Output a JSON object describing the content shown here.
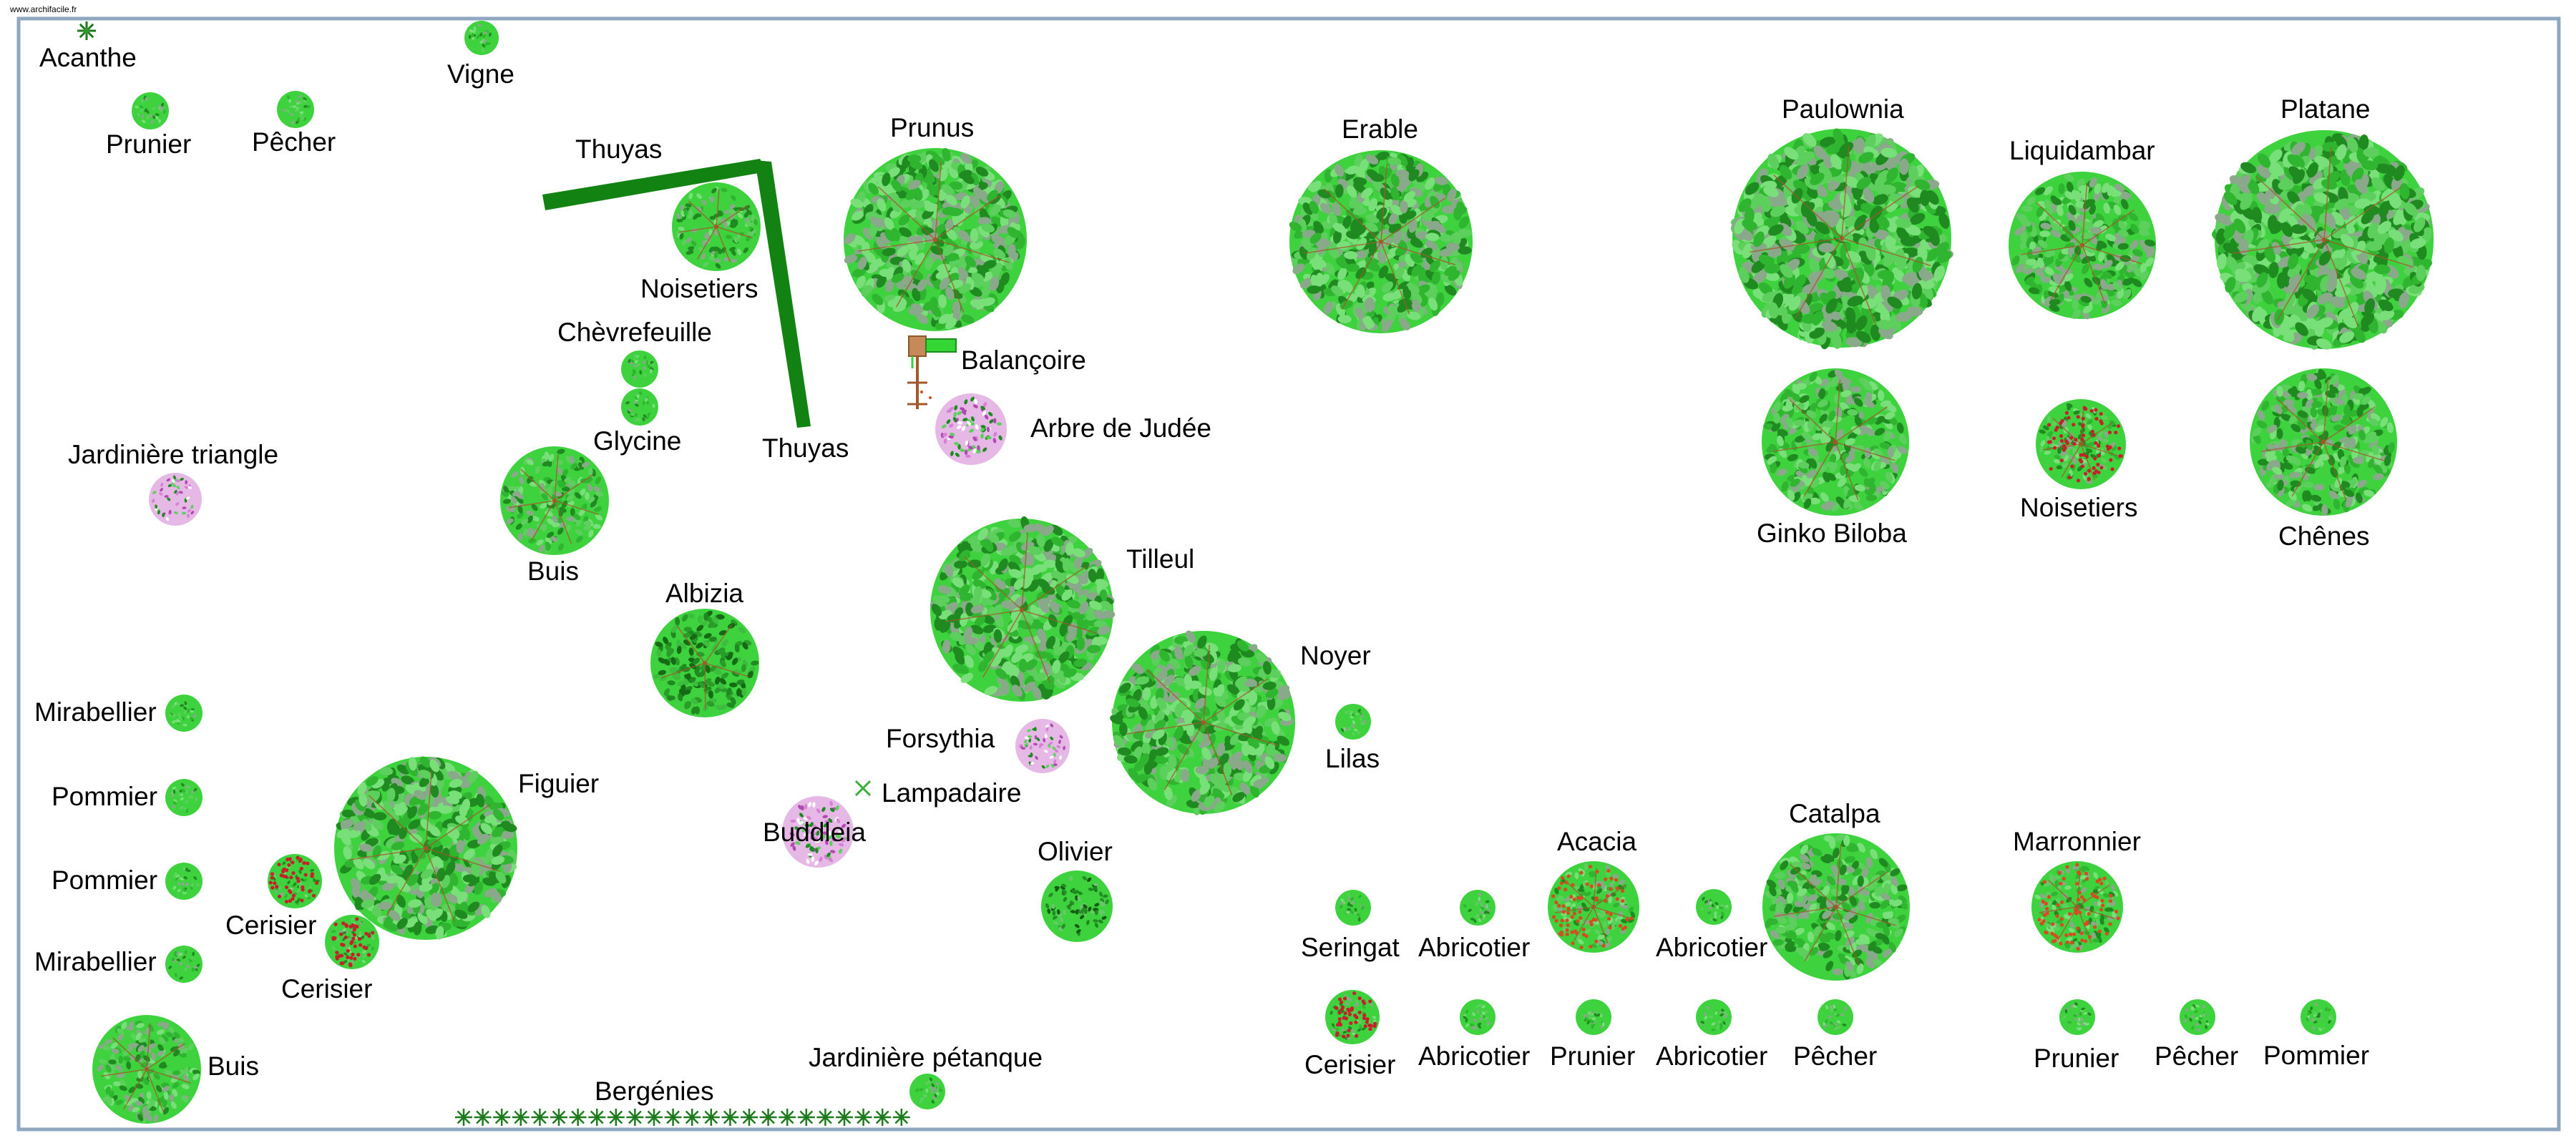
{
  "watermark": "www.archifacile.fr",
  "colors": {
    "border": "#8fa7bf",
    "hedge": "#128212",
    "leaf_light": "#5ccf5c",
    "leaf_dark": "#1f8a1f",
    "leaf_grey": "#8aa88a",
    "crown": "#3fd23f",
    "branch": "#a3582b",
    "flower_pink": "#d680d6",
    "berry_red": "#c8202a"
  },
  "labels": {
    "acanthe": "Acanthe",
    "vigne": "Vigne",
    "prunier_1": "Prunier",
    "pecher_1": "Pêcher",
    "thuyas_top": "Thuyas",
    "noisetiers_1": "Noisetiers",
    "chevrefeuille": "Chèvrefeuille",
    "glycine": "Glycine",
    "thuyas_bottom": "Thuyas",
    "prunus": "Prunus",
    "balancoire": "Balançoire",
    "arbre_de_judee": "Arbre de Judée",
    "erable": "Erable",
    "paulownia": "Paulownia",
    "liquidambar": "Liquidambar",
    "platane": "Platane",
    "ginko_biloba": "Ginko Biloba",
    "noisetiers_2": "Noisetiers",
    "chenes": "Chênes",
    "jardiniere_triangle": "Jardinière triangle",
    "buis_1": "Buis",
    "albizia": "Albizia",
    "tilleul": "Tilleul",
    "noyer": "Noyer",
    "lilas": "Lilas",
    "mirabellier_1": "Mirabellier",
    "pommier_1": "Pommier",
    "pommier_2": "Pommier",
    "mirabellier_2": "Mirabellier",
    "figuier": "Figuier",
    "cerisier_1": "Cerisier",
    "cerisier_2": "Cerisier",
    "forsythia": "Forsythia",
    "lampadaire": "Lampadaire",
    "buddleia": "Buddleia",
    "olivier": "Olivier",
    "buis_2": "Buis",
    "bergenies": "Bergénies",
    "jardiniere_petanque": "Jardinière pétanque",
    "acacia": "Acacia",
    "catalpa": "Catalpa",
    "marronnier": "Marronnier",
    "seringat": "Seringat",
    "abricotier_1": "Abricotier",
    "abricotier_2": "Abricotier",
    "cerisier_3": "Cerisier",
    "abricotier_3": "Abricotier",
    "prunier_2": "Prunier",
    "abricotier_4": "Abricotier",
    "pecher_2": "Pêcher",
    "prunier_3": "Prunier",
    "pecher_3": "Pêcher",
    "pommier_3": "Pommier"
  }
}
